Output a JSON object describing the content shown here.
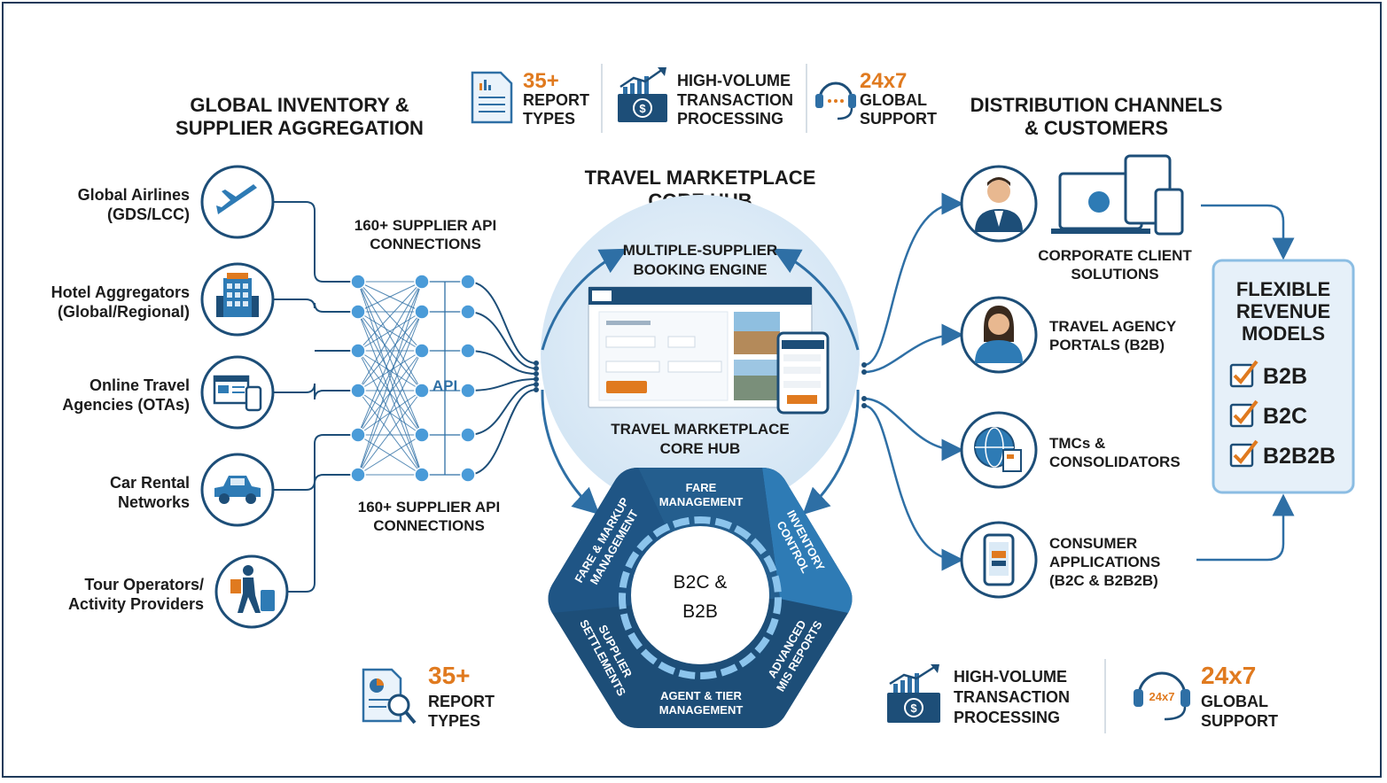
{
  "left_section": {
    "title_line1": "GLOBAL INVENTORY &",
    "title_line2": "SUPPLIER AGGREGATION",
    "suppliers": [
      {
        "line1": "Global Airlines",
        "line2": "(GDS/LCC)",
        "icon": "airplane-icon"
      },
      {
        "line1": "Hotel Aggregators",
        "line2": "(Global/Regional)",
        "icon": "hotel-icon"
      },
      {
        "line1": "Online Travel",
        "line2": "Agencies (OTAs)",
        "icon": "browser-icon"
      },
      {
        "line1": "Car Rental",
        "line2": "Networks",
        "icon": "car-icon"
      },
      {
        "line1": "Tour Operators/",
        "line2": "Activity Providers",
        "icon": "traveler-icon"
      }
    ],
    "api_top_line1": "160+ SUPPLIER API",
    "api_top_line2": "CONNECTIONS",
    "api_label": "API",
    "api_bottom_line1": "160+ SUPPLIER API",
    "api_bottom_line2": "CONNECTIONS"
  },
  "top_stats": {
    "report_num": "35+",
    "report_line1": "REPORT",
    "report_line2": "TYPES",
    "volume_line1": "HIGH-VOLUME",
    "volume_line2": "TRANSACTION",
    "volume_line3": "PROCESSING",
    "support_num": "24x7",
    "support_line1": "GLOBAL",
    "support_line2": "SUPPORT"
  },
  "hub": {
    "title_line1": "TRAVEL MARKETPLACE",
    "title_line2": "CORE HUB",
    "engine_line1": "MULTIPLE-SUPPLIER",
    "engine_line2": "BOOKING ENGINE",
    "inner_line1": "TRAVEL MARKETPLACE",
    "inner_line2": "CORE HUB",
    "center_line1": "B2C &",
    "center_line2": "B2B",
    "segments": {
      "fare_line1": "FARE",
      "fare_line2": "MANAGEMENT",
      "inventory_line1": "INVENTORY",
      "inventory_line2": "CONTROL",
      "mis_line1": "ADVANCED",
      "mis_line2": "MIS REPORTS",
      "agent_line1": "AGENT & TIER",
      "agent_line2": "MANAGEMENT",
      "settle_line1": "SUPPLIER",
      "settle_line2": "SETTLEMENTS",
      "markup_line1": "FARE & MARKUP",
      "markup_line2": "MANAGEMENT"
    }
  },
  "right_section": {
    "title_line1": "DISTRIBUTION CHANNELS",
    "title_line2": "& CUSTOMERS",
    "channels": [
      {
        "line1": "CORPORATE CLIENT",
        "line2": "SOLUTIONS",
        "icon": "businessman-icon"
      },
      {
        "line1": "TRAVEL AGENCY",
        "line2": "PORTALS (B2B)",
        "icon": "agent-icon"
      },
      {
        "line1": "TMCs &",
        "line2": "CONSOLIDATORS",
        "icon": "globe-document-icon"
      },
      {
        "line1": "CONSUMER",
        "line2": "APPLICATIONS",
        "line3": "(B2C & B2B2B)",
        "icon": "phone-app-icon"
      }
    ],
    "revenue_line1": "FLEXIBLE",
    "revenue_line2": "REVENUE",
    "revenue_line3": "MODELS",
    "models": [
      "B2B",
      "B2C",
      "B2B2B"
    ]
  },
  "bottom_stats": {
    "report_num": "35+",
    "report_line1": "REPORT",
    "report_line2": "TYPES",
    "volume_line1": "HIGH-VOLUME",
    "volume_line2": "TRANSACTION",
    "volume_line3": "PROCESSING",
    "support_num": "24x7",
    "support_icon_text": "24x7",
    "support_line1": "GLOBAL",
    "support_line2": "SUPPORT"
  },
  "colors": {
    "navy": "#1d4e78",
    "blue": "#2e7bb5",
    "accent_orange": "#e07a1f",
    "light_blue": "#dbeaf6",
    "node_blue": "#4a9bd8"
  }
}
